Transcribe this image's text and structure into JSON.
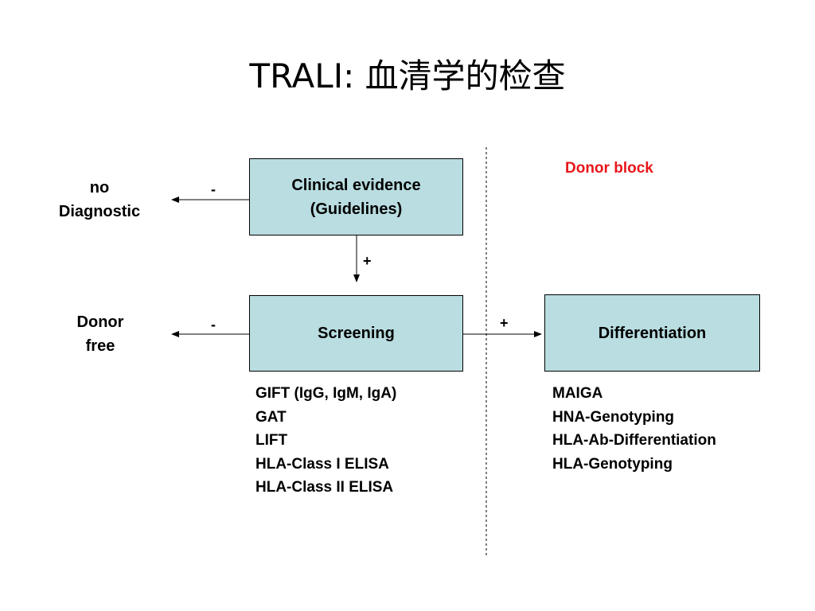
{
  "slide": {
    "title": "TRALI: 血清学的检查"
  },
  "diagram": {
    "left_outcome_1": [
      "no",
      "Diagnostic"
    ],
    "left_outcome_2": [
      "Donor",
      "free"
    ],
    "box_clinical": [
      "Clinical evidence",
      "(Guidelines)"
    ],
    "box_screening": "Screening",
    "box_differentiation": "Differentiation",
    "minus_sign": "-",
    "plus_sign": "+",
    "donor_block": "Donor block",
    "screening_tests": [
      "GIFT (IgG, IgM, IgA)",
      "GAT",
      "LIFT",
      "HLA-Class I ELISA",
      "HLA-Class II ELISA"
    ],
    "differentiation_tests": [
      "MAIGA",
      "HNA-Genotyping",
      "HLA-Ab-Differentiation",
      "HLA-Genotyping"
    ],
    "colors": {
      "box_fill": "#b9dde0",
      "donor_block_text": "#e8161a"
    }
  }
}
